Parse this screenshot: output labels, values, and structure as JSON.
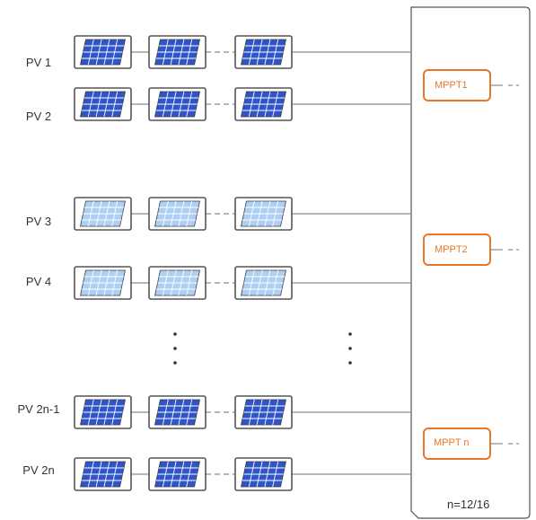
{
  "strings": [
    {
      "label": "PV 1",
      "style": "dark"
    },
    {
      "label": "PV 2",
      "style": "dark"
    },
    {
      "label": "PV 3",
      "style": "light"
    },
    {
      "label": "PV 4",
      "style": "light"
    },
    {
      "label": "PV 2n-1",
      "style": "dark"
    },
    {
      "label": "PV 2n",
      "style": "dark"
    }
  ],
  "mppts": [
    {
      "label": "MPPT1"
    },
    {
      "label": "MPPT2"
    },
    {
      "label": "MPPT  n"
    }
  ],
  "note": "n=12/16",
  "colors": {
    "accent": "#e8772a",
    "line": "#8c8c8c",
    "frame": "#555555",
    "panel_dark": "#2f55c8",
    "panel_light": "#aed0f4"
  }
}
